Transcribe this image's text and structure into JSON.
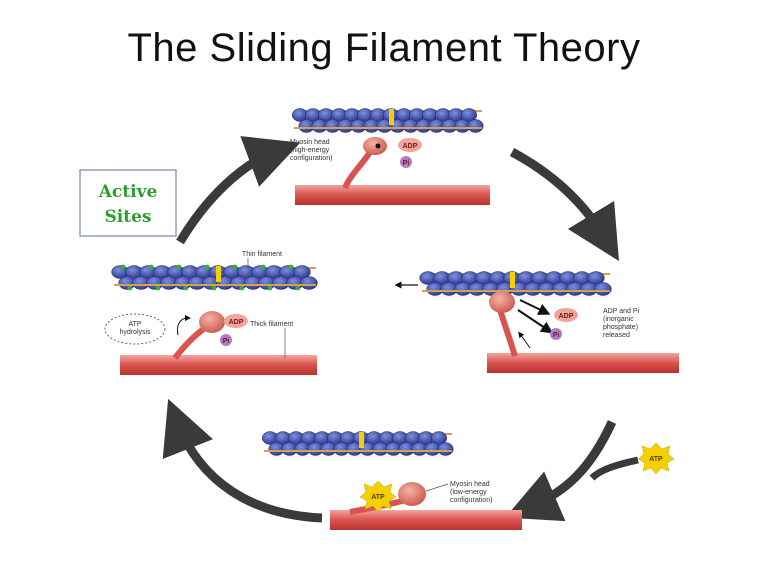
{
  "slide": {
    "title": "The Sliding Filament Theory"
  },
  "active_sites_box": {
    "line1": "Active",
    "line2": "Sites"
  },
  "panel_top": {
    "myosin_label_1": "Myosin head",
    "myosin_label_2": "(high-energy",
    "myosin_label_3": "configuration)",
    "adp": "ADP",
    "pi": "Pi"
  },
  "panel_left": {
    "thin_filament": "Thin filament",
    "thick_filament": "Thick filament",
    "atp_hydrolysis_1": "ATP",
    "atp_hydrolysis_2": "hydrolysis",
    "adp": "ADP",
    "pi": "Pi"
  },
  "panel_right": {
    "adp": "ADP",
    "pi": "Pi",
    "released_1": "ADP and Pi",
    "released_2": "(inorganic",
    "released_3": "phosphate)",
    "released_4": "released"
  },
  "panel_bottom": {
    "atp": "ATP",
    "myosin_label_1": "Myosin head",
    "myosin_label_2": "(low-energy",
    "myosin_label_3": "configuration)"
  },
  "atp_entry": {
    "atp": "ATP"
  },
  "colors": {
    "actin_bead": "#3a4aa8",
    "actin_bead_light": "#6b7fd6",
    "thick_filament": "#d9534f",
    "myosin_head": "#e07b6a",
    "cycle_arrow": "#3a3a3a",
    "atp_badge": "#f5d000",
    "active_site": "#2fb52f"
  },
  "icons": {
    "cycle_arrows": "curved-arrow-icon",
    "sliding_direction": "left-arrow-icon"
  }
}
